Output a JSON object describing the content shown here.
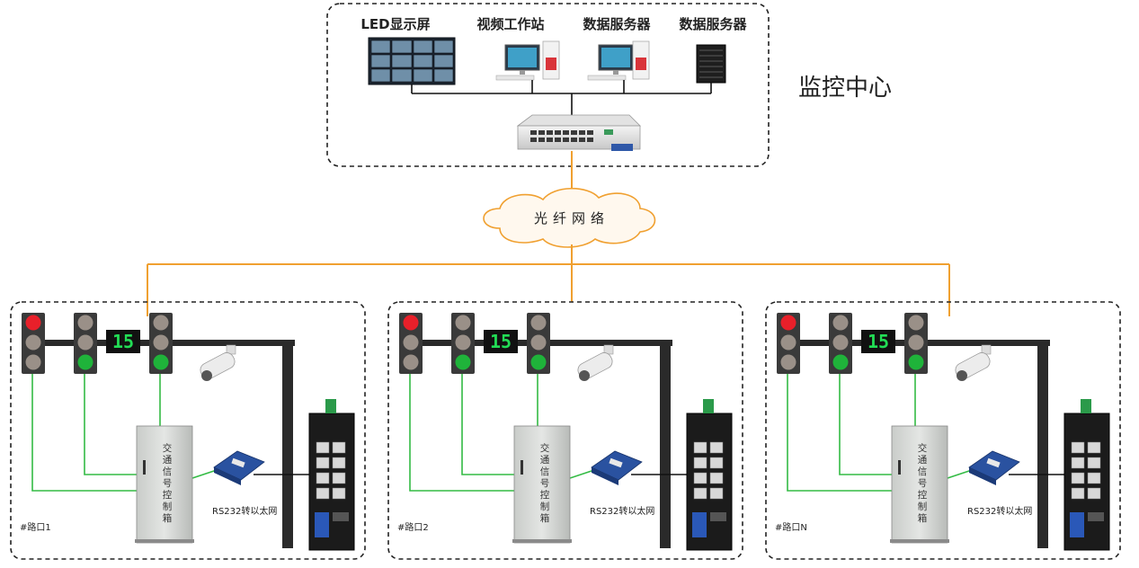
{
  "monitor_center": {
    "title": "监控中心",
    "devices": [
      {
        "label": "LED显示屏"
      },
      {
        "label": "视频工作站"
      },
      {
        "label": "数据服务器"
      },
      {
        "label": "数据服务器"
      }
    ]
  },
  "network": {
    "label": "光纤网络"
  },
  "intersections": [
    {
      "label": "#路口1",
      "countdown": "15",
      "converter_label": "RS232转以太网",
      "cabinet_label": "交通信号控制箱"
    },
    {
      "label": "#路口2",
      "countdown": "15",
      "converter_label": "RS232转以太网",
      "cabinet_label": "交通信号控制箱"
    },
    {
      "label": "#路口N",
      "countdown": "15",
      "converter_label": "RS232转以太网",
      "cabinet_label": "交通信号控制箱"
    }
  ],
  "colors": {
    "fiber_line": "#f0a030",
    "control_wire": "#33bb44",
    "red_light": "#e8202a",
    "green_light": "#1fb33a",
    "off_light": "#9a9088",
    "pole": "#2a2a2a"
  }
}
